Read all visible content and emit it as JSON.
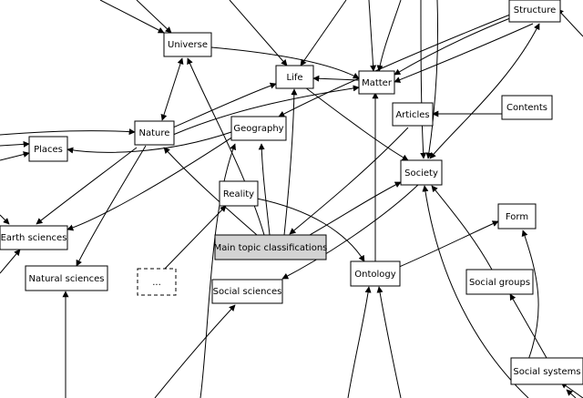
{
  "nodes": {
    "structure": "Structure",
    "universe": "Universe",
    "life": "Life",
    "matter": "Matter",
    "articles": "Articles",
    "contents": "Contents",
    "nature": "Nature",
    "geography": "Geography",
    "places": "Places",
    "society": "Society",
    "reality": "Reality",
    "earth_sciences": "Earth sciences",
    "main_topic": "Main topic classifications",
    "form": "Form",
    "natural_sciences": "Natural sciences",
    "ellipsis": "...",
    "social_sciences": "Social sciences",
    "ontology": "Ontology",
    "social_groups": "Social groups",
    "social_systems": "Social systems"
  },
  "colors": {
    "node_fill": "#ffffff",
    "highlight_fill": "#d3d3d3",
    "stroke": "#000000"
  }
}
